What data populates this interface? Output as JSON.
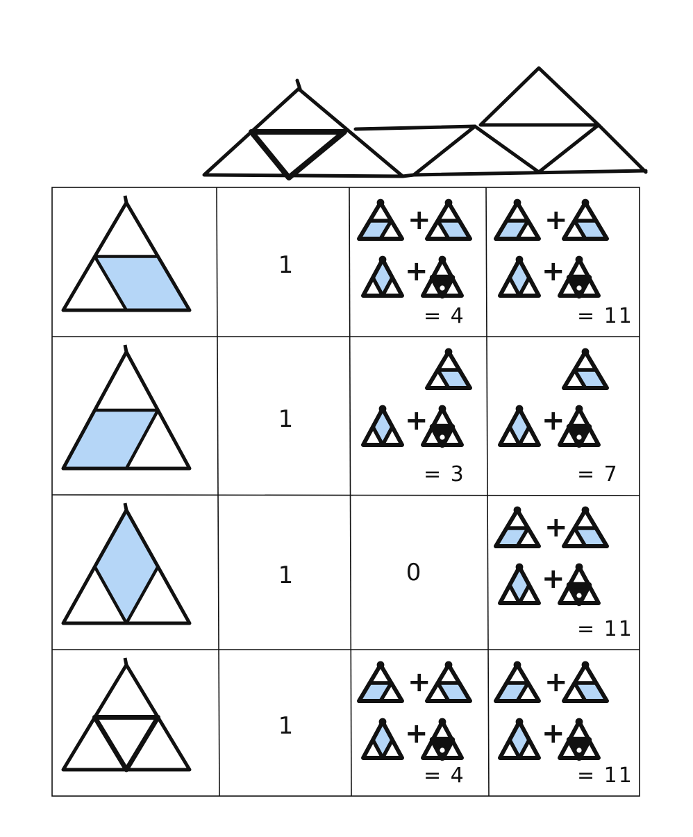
{
  "colors": {
    "ink": "#111111",
    "fill": "#b5d6f7"
  },
  "rows": [
    {
      "shape": "rhombus-bottom",
      "count": "1",
      "col3": {
        "kind": "sum",
        "top": [
          "rhombus-top",
          "rhombus-right"
        ],
        "bottom": [
          "rhombus-vertical",
          "triforce"
        ],
        "total": "= 4"
      },
      "col4": {
        "kind": "sum",
        "top": [
          "rhombus-top",
          "rhombus-right"
        ],
        "bottom": [
          "rhombus-vertical",
          "triforce"
        ],
        "total": "= 11"
      }
    },
    {
      "shape": "rhombus-left",
      "count": "1",
      "col3": {
        "kind": "sum",
        "top": [
          "rhombus-right"
        ],
        "bottom": [
          "rhombus-vertical",
          "triforce"
        ],
        "total": "= 3"
      },
      "col4": {
        "kind": "sum",
        "top": [
          "rhombus-right"
        ],
        "bottom": [
          "rhombus-vertical",
          "triforce"
        ],
        "total": "= 7"
      }
    },
    {
      "shape": "rhombus-vertical",
      "count": "1",
      "col3": {
        "kind": "value",
        "value": "0"
      },
      "col4": {
        "kind": "sum",
        "top": [
          "rhombus-top",
          "rhombus-right"
        ],
        "bottom": [
          "rhombus-vertical",
          "triforce"
        ],
        "total": "= 11"
      }
    },
    {
      "shape": "triforce",
      "count": "1",
      "col3": {
        "kind": "sum",
        "top": [
          "rhombus-top",
          "rhombus-right"
        ],
        "bottom": [
          "rhombus-vertical",
          "triforce"
        ],
        "total": "= 4"
      },
      "col4": {
        "kind": "sum",
        "top": [
          "rhombus-top",
          "rhombus-right"
        ],
        "bottom": [
          "rhombus-vertical",
          "triforce"
        ],
        "total": "= 11"
      }
    }
  ],
  "operator": "+"
}
